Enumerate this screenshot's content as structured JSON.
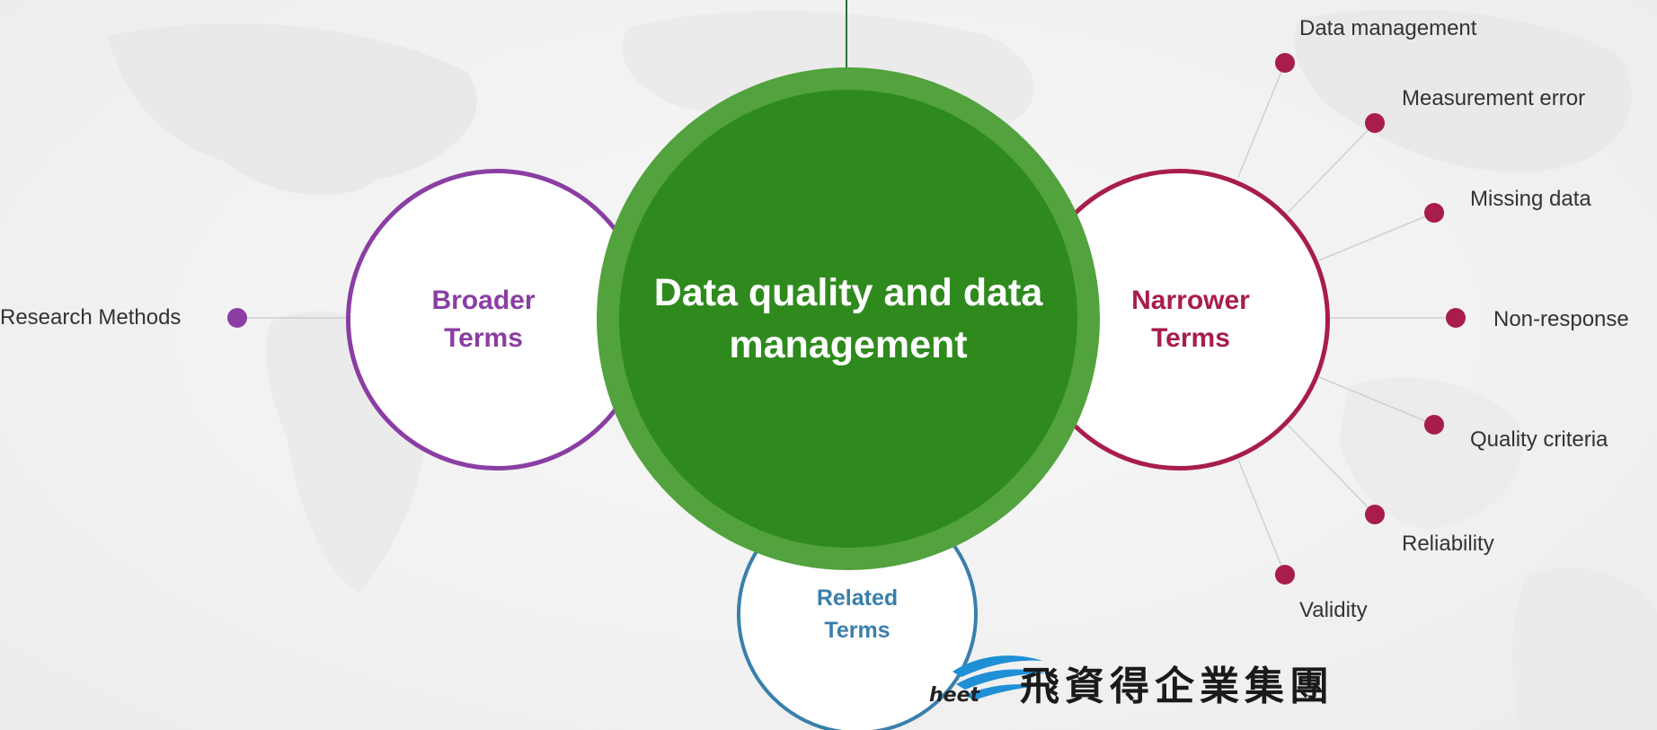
{
  "central": {
    "line1": "Data quality",
    "line2": "and data",
    "line3": "management"
  },
  "broader": {
    "title_line1": "Broader",
    "title_line2": "Terms",
    "items": [
      "Research Methods"
    ]
  },
  "narrower": {
    "title_line1": "Narrower",
    "title_line2": "Terms",
    "items": [
      "Data management",
      "Measurement error",
      "Missing data",
      "Non-response",
      "Quality criteria",
      "Reliability",
      "Validity"
    ]
  },
  "related": {
    "title_line1": "Related",
    "title_line2": "Terms"
  },
  "logo": {
    "cjk": "飛資得企業集團",
    "word": "heet"
  },
  "colors": {
    "central_outer": "#52a23e",
    "central_inner": "#2f8a1e",
    "broader": "#8a3ea3",
    "narrower": "#a81c4e",
    "related": "#3a7fab",
    "logo_blue": "#1f8fd6"
  }
}
